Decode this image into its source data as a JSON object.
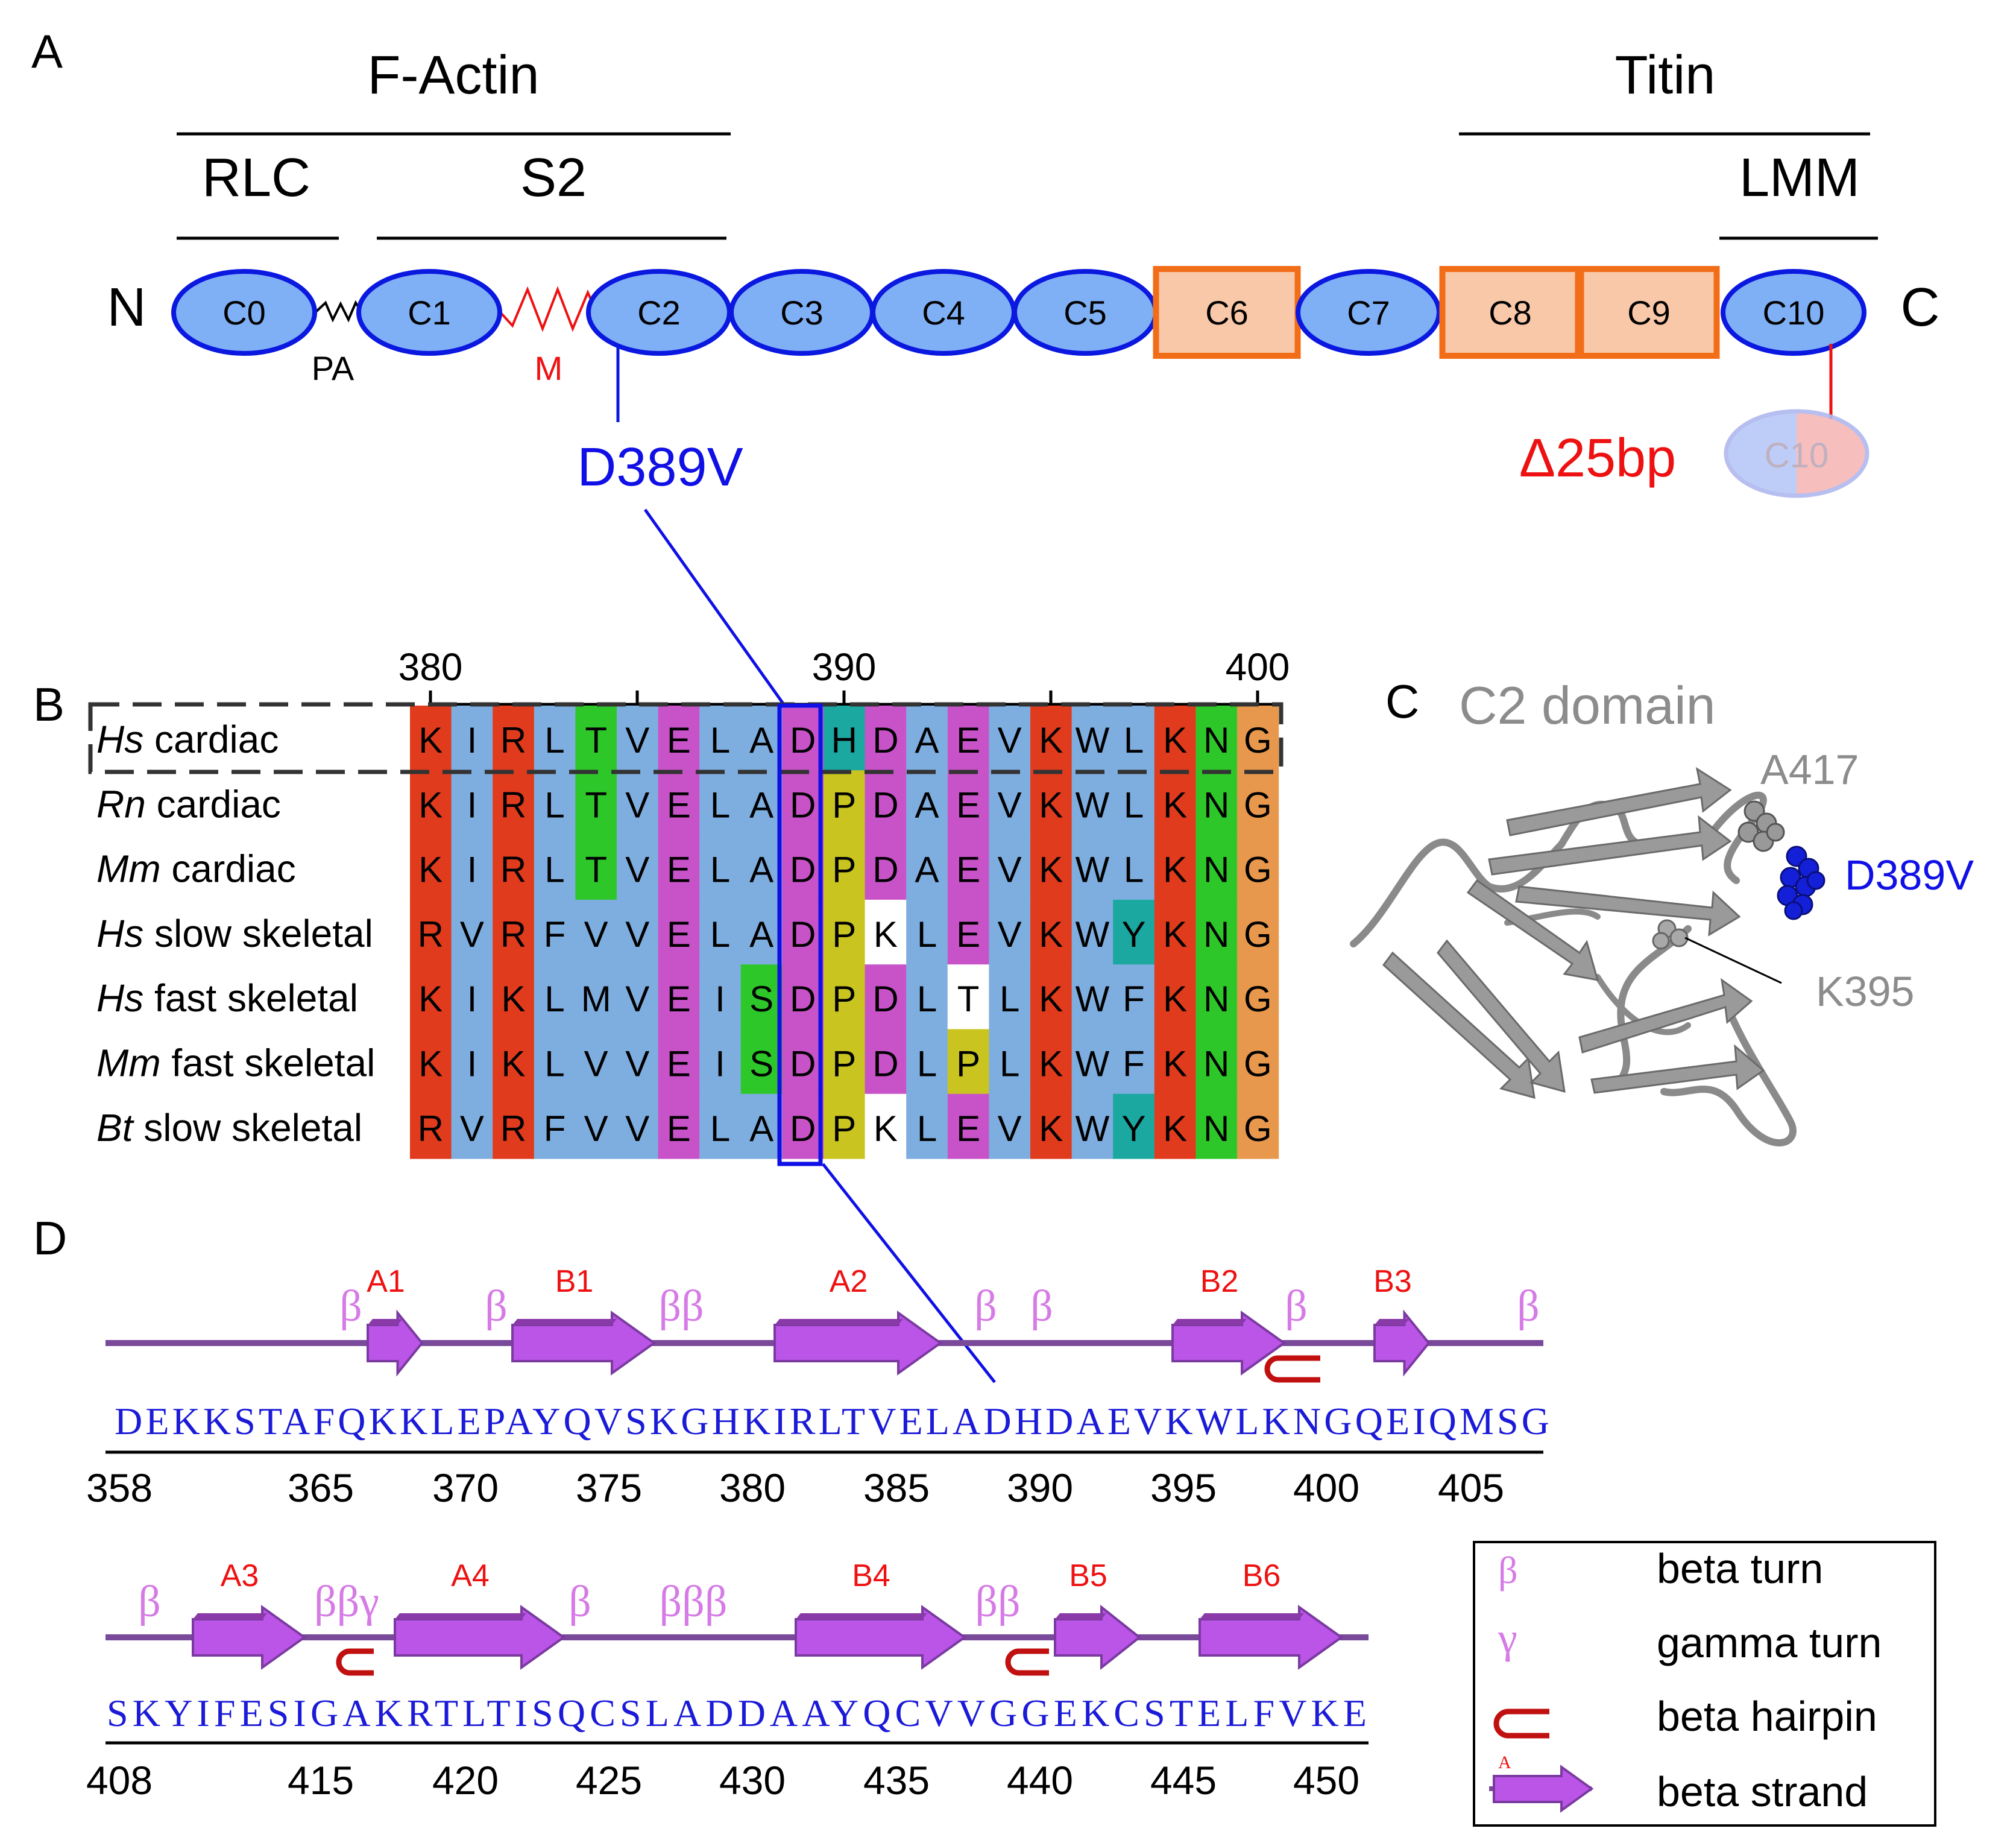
{
  "panel_labels": {
    "a": "A",
    "b": "B",
    "c": "C",
    "d": "D"
  },
  "panel_a": {
    "f_actin": "F-Actin",
    "titin": "Titin",
    "rlc": "RLC",
    "s2": "S2",
    "lmm": "LMM",
    "n_term": "N",
    "c_term": "C",
    "pa": "PA",
    "m": "M",
    "domains": [
      {
        "label": "C0",
        "shape": "ellipse"
      },
      {
        "label": "C1",
        "shape": "ellipse"
      },
      {
        "label": "C2",
        "shape": "ellipse"
      },
      {
        "label": "C3",
        "shape": "ellipse"
      },
      {
        "label": "C4",
        "shape": "ellipse"
      },
      {
        "label": "C5",
        "shape": "ellipse"
      },
      {
        "label": "C6",
        "shape": "box"
      },
      {
        "label": "C7",
        "shape": "ellipse"
      },
      {
        "label": "C8",
        "shape": "box"
      },
      {
        "label": "C9",
        "shape": "box"
      },
      {
        "label": "C10",
        "shape": "ellipse"
      }
    ],
    "mutation1": "D389V",
    "mutation2": "Δ25bp",
    "ghost_domain": "C10"
  },
  "panel_b": {
    "positions": [
      "380",
      "390",
      "400"
    ],
    "rows": [
      {
        "species": "Hs",
        "tissue": "cardiac",
        "seq": "KIRLTVELADHDAEVKWLKNG"
      },
      {
        "species": "Rn",
        "tissue": "cardiac",
        "seq": "KIRLTVELADPDAEVKWLKNG"
      },
      {
        "species": "Mm",
        "tissue": "cardiac",
        "seq": "KIRLTVELADPDAEVKWLKNG"
      },
      {
        "species": "Hs",
        "tissue": "slow skeletal",
        "seq": "RVRFVVELADPKLEVKWYKNG"
      },
      {
        "species": "Hs",
        "tissue": "fast skeletal",
        "seq": "KIKLMVEISDPDLTLKWFKNG"
      },
      {
        "species": "Mm",
        "tissue": "fast skeletal",
        "seq": "KIKLVVEISDPDLPLKWFKNG"
      },
      {
        "species": "Bt",
        "tissue": "slow skeletal",
        "seq": "RVRFVVELADPKLEVKWYKNG"
      }
    ]
  },
  "panel_c": {
    "title": "C2 domain",
    "label1": "A417",
    "label2": "D389V",
    "label3": "K395"
  },
  "panel_d": {
    "row1": {
      "sequence": "DEKKSTAFQKKLEPAYQVSKGHKIRLTVELADHDAEVKWLKNGQEIQMSG",
      "ticks": [
        "358",
        "365",
        "370",
        "375",
        "380",
        "385",
        "390",
        "395",
        "400",
        "405"
      ],
      "strands": [
        "A1",
        "B1",
        "A2",
        "B2",
        "B3"
      ],
      "turn_marks": [
        "β",
        "β",
        "ββ",
        "β",
        "β",
        "β",
        "β"
      ]
    },
    "row2": {
      "sequence": "SKYIFESIGAKRTLTISQCSLADDAAYQCVVGGEKCSTELFVKE",
      "ticks": [
        "408",
        "415",
        "420",
        "425",
        "430",
        "435",
        "440",
        "445",
        "450"
      ],
      "strands": [
        "A3",
        "A4",
        "B4",
        "B5",
        "B6"
      ],
      "turn_marks": [
        "β",
        "ββγ",
        "β",
        "βββ",
        "ββ"
      ]
    }
  },
  "legend": {
    "beta_turn_symbol": "β",
    "beta_turn": "beta turn",
    "gamma_turn_symbol": "γ",
    "gamma_turn": "gamma turn",
    "beta_hairpin": "beta hairpin",
    "strand_symbol": "A",
    "beta_strand": "beta strand"
  },
  "colors": {
    "domain_fill": "#7fb0f5",
    "domain_stroke": "#0a18e0",
    "box_fill": "#f9c8a8",
    "box_stroke": "#f26d18",
    "mutation_blue": "#1010e6",
    "mutation_red": "#ee1111",
    "strand_purple": "#bb55e8",
    "turn_pink": "#d67be6",
    "seq_blue": "#1a1ad8",
    "K": "#e13b1e",
    "R": "#e13b1e",
    "D": "#c853c9",
    "E": "#c853c9",
    "T": "#2ec72a",
    "S": "#2ec72a",
    "N": "#2ec72a",
    "P": "#c9c41f",
    "G": "#e8984d",
    "H": "#1aa8a0",
    "Y": "#1aa8a0",
    "hydrophobic": "#7eaedf"
  }
}
